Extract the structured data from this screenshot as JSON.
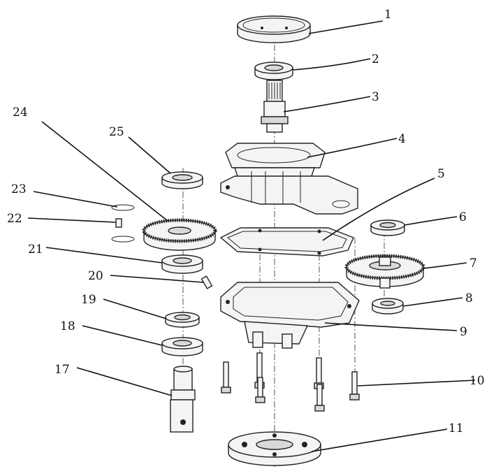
{
  "callouts": [
    {
      "id": "1",
      "label": "1"
    },
    {
      "id": "2",
      "label": "2"
    },
    {
      "id": "3",
      "label": "3"
    },
    {
      "id": "4",
      "label": "4"
    },
    {
      "id": "5",
      "label": "5"
    },
    {
      "id": "6",
      "label": "6"
    },
    {
      "id": "7",
      "label": "7"
    },
    {
      "id": "8",
      "label": "8"
    },
    {
      "id": "9",
      "label": "9"
    },
    {
      "id": "10",
      "label": "10"
    },
    {
      "id": "11",
      "label": "11"
    },
    {
      "id": "17",
      "label": "17"
    },
    {
      "id": "18",
      "label": "18"
    },
    {
      "id": "19",
      "label": "19"
    },
    {
      "id": "20",
      "label": "20"
    },
    {
      "id": "21",
      "label": "21"
    },
    {
      "id": "22",
      "label": "22"
    },
    {
      "id": "23",
      "label": "23"
    },
    {
      "id": "24",
      "label": "24"
    },
    {
      "id": "25",
      "label": "25"
    }
  ]
}
